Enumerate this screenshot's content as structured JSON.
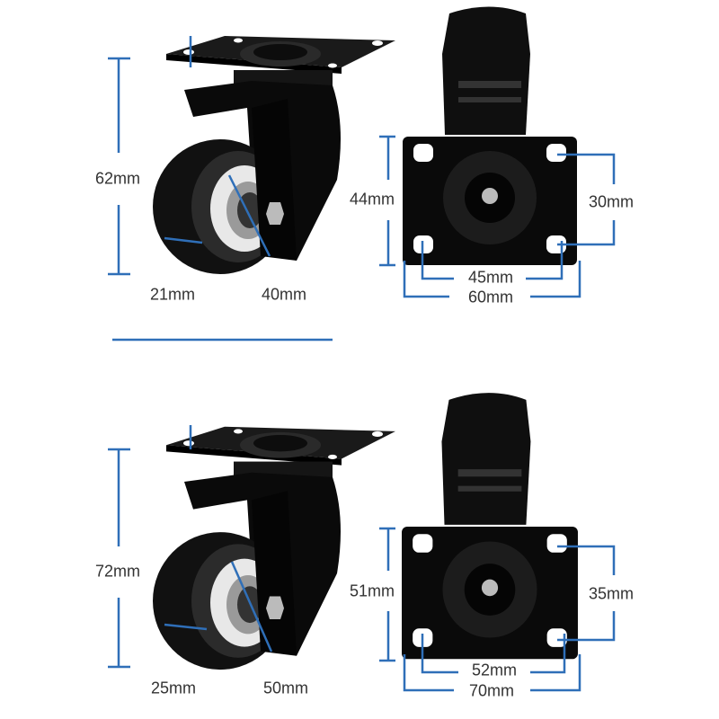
{
  "colors": {
    "dimension": "#2f6fb8",
    "product": "#111111",
    "text": "#333333"
  },
  "small_caster": {
    "height": "62mm",
    "wheel_width": "21mm",
    "wheel_diameter": "40mm",
    "plate_height": "44mm",
    "hole_spacing_vertical": "30mm",
    "hole_spacing_horizontal": "45mm",
    "plate_width": "60mm"
  },
  "large_caster": {
    "height": "72mm",
    "wheel_width": "25mm",
    "wheel_diameter": "50mm",
    "plate_height": "51mm",
    "hole_spacing_vertical": "35mm",
    "hole_spacing_horizontal": "52mm",
    "plate_width": "70mm"
  }
}
